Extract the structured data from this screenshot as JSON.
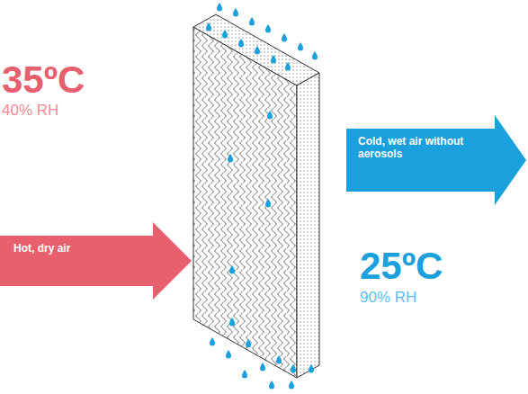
{
  "diagram": {
    "nodes": [
      {
        "text": [
          "Hot, dry air"
        ]
      },
      {
        "text": [
          "Cold, wet air without aerosols"
        ]
      }
    ],
    "labels": [
      "35ºC",
      "40% RH",
      "25ºC",
      "90% RH"
    ]
  }
}
